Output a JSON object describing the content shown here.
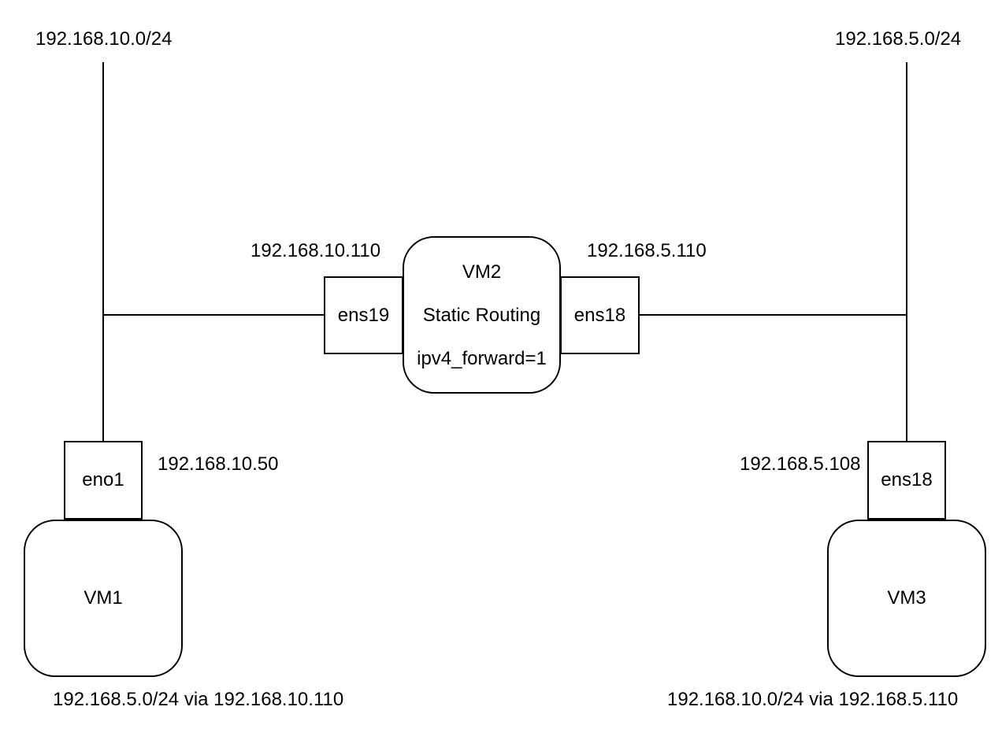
{
  "canvas": {
    "background": "#ffffff",
    "line_color": "#000000",
    "text_color": "#000000"
  },
  "subnets": {
    "left": "192.168.10.0/24",
    "right": "192.168.5.0/24"
  },
  "vm1": {
    "name": "VM1",
    "iface": "eno1",
    "ip": "192.168.10.50",
    "route": "192.168.5.0/24 via 192.168.10.110"
  },
  "vm2": {
    "name": "VM2",
    "role": "Static Routing",
    "kernel_setting": "ipv4_forward=1",
    "iface_left": "ens19",
    "ip_left": "192.168.10.110",
    "iface_right": "ens18",
    "ip_right": "192.168.5.110"
  },
  "vm3": {
    "name": "VM3",
    "iface": "ens18",
    "ip": "192.168.5.108",
    "route": "192.168.10.0/24 via 192.168.5.110"
  }
}
